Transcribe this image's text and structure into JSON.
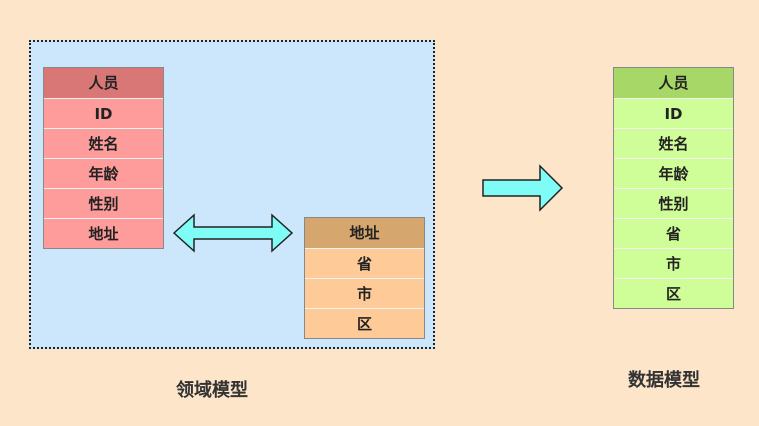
{
  "domain_model": {
    "caption": "领域模型",
    "person": {
      "header": "人员",
      "fields": [
        "ID",
        "姓名",
        "年龄",
        "性别",
        "地址"
      ]
    },
    "address": {
      "header": "地址",
      "fields": [
        "省",
        "市",
        "区"
      ]
    }
  },
  "data_model": {
    "caption": "数据模型",
    "person": {
      "header": "人员",
      "fields": [
        "ID",
        "姓名",
        "年龄",
        "性别",
        "省",
        "市",
        "区"
      ]
    }
  },
  "colors": {
    "background": "#fde5ca",
    "domain_area": "#cce6fb",
    "person_header": "#d97676",
    "person_field": "#fe9b9b",
    "address_header": "#d6a66f",
    "address_field": "#fdca98",
    "data_header": "#a7d867",
    "data_field": "#cffe98",
    "arrow": "#7ffcf6"
  }
}
